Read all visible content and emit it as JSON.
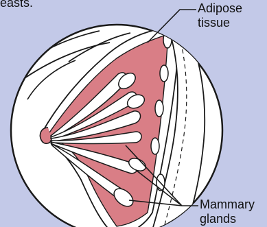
{
  "caption_fragment": "easts.",
  "labels": {
    "adipose": {
      "line1": "Adipose",
      "line2": "tissue"
    },
    "glands": {
      "line1": "Mammary",
      "line2": "glands"
    }
  },
  "colors": {
    "background": "#c3c9e8",
    "circle_fill": "#ffffff",
    "tissue_pink": "#d97e86",
    "outline": "#1a1a1a"
  }
}
